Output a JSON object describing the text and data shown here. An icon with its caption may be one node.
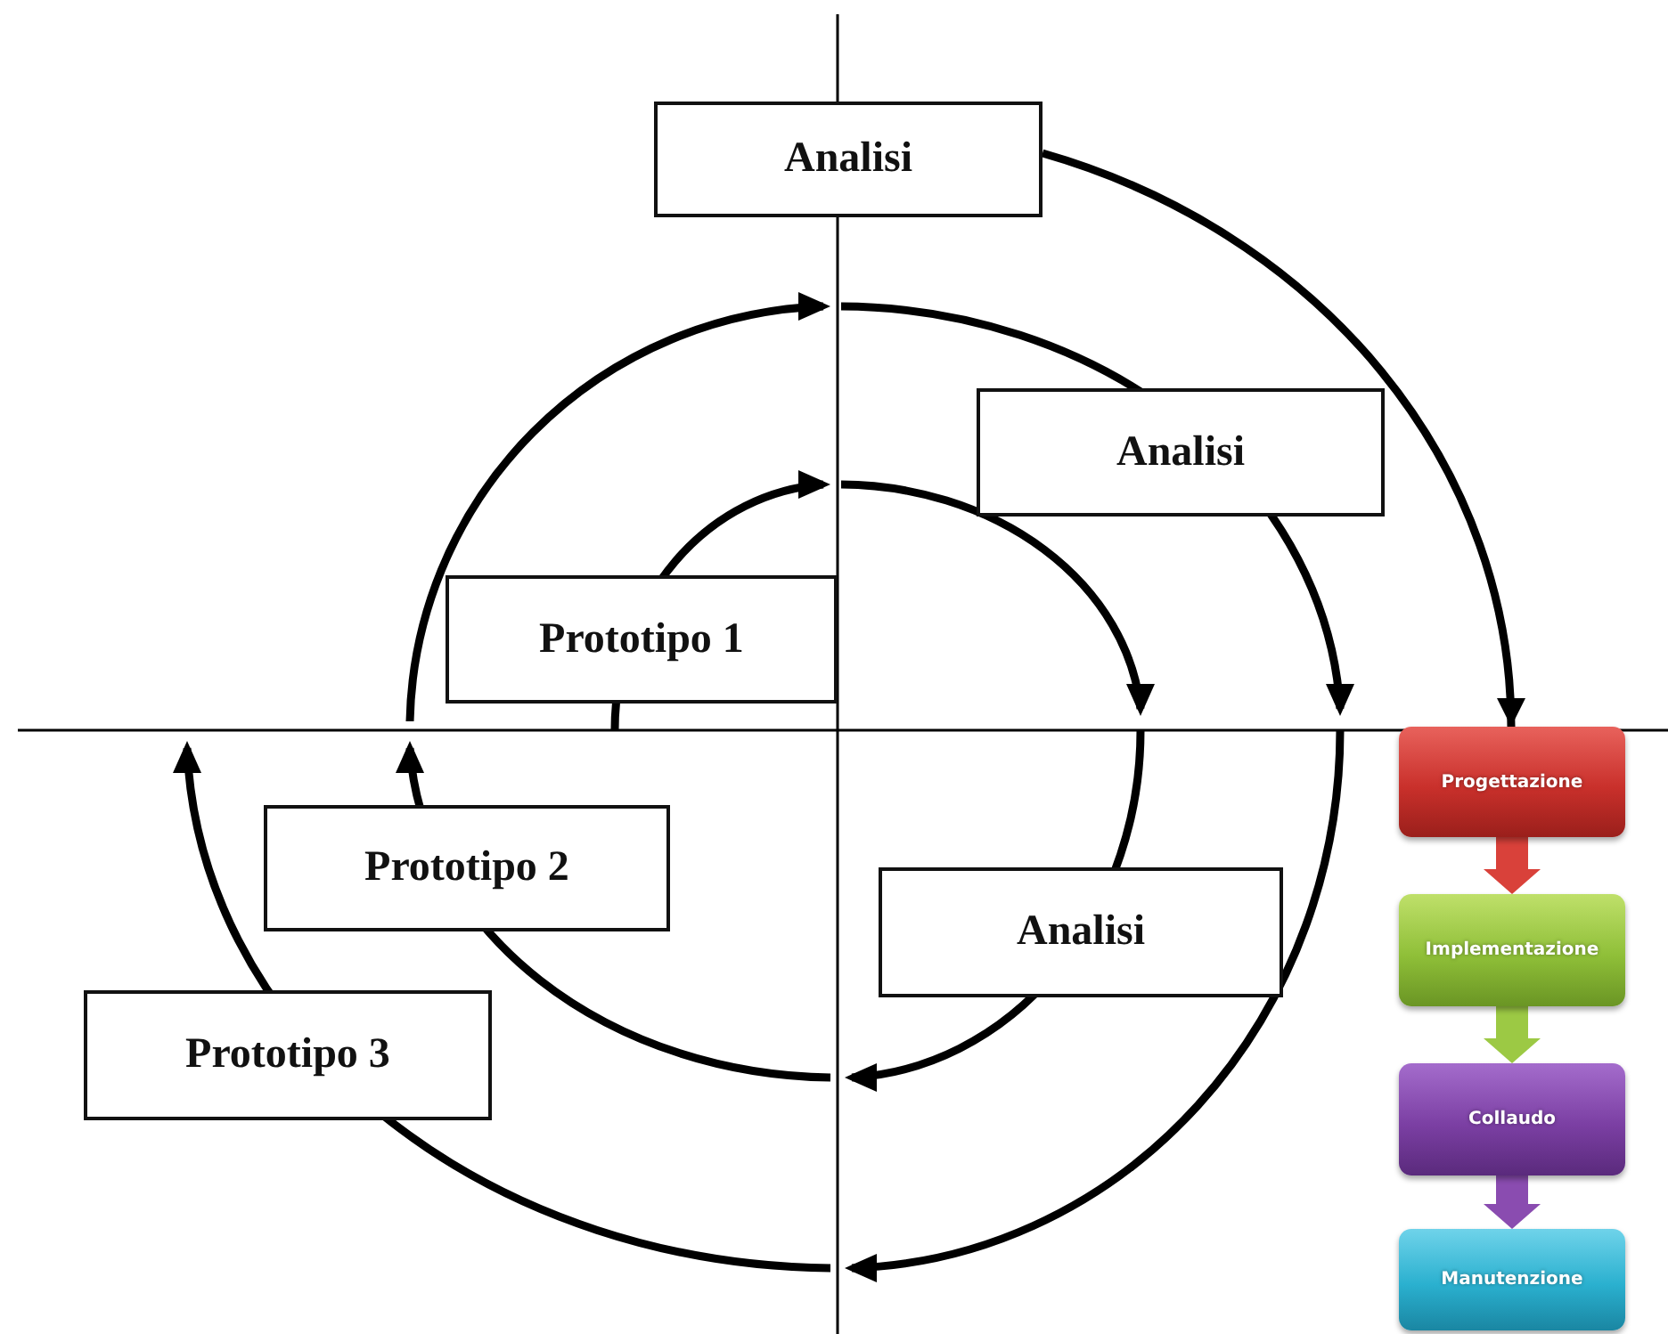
{
  "diagram": {
    "nodes": [
      {
        "text": [
          "Analisi"
        ]
      },
      {
        "text": [
          "Analisi"
        ]
      },
      {
        "text": [
          "Prototipo 1"
        ]
      },
      {
        "text": [
          "Prototipo 2"
        ]
      },
      {
        "text": [
          "Analisi"
        ]
      },
      {
        "text": [
          "Prototipo 3"
        ]
      },
      {
        "text": [
          "Progettazione"
        ]
      },
      {
        "text": [
          "Implementazione"
        ]
      },
      {
        "text": [
          "Collaudo"
        ]
      },
      {
        "text": [
          "Manutenzione"
        ]
      }
    ],
    "edges": [
      {
        "from": 0,
        "to": 6,
        "arrow": "to"
      },
      {
        "from": 6,
        "to": 7,
        "arrow": "to",
        "color": "#d9413a"
      },
      {
        "from": 7,
        "to": 8,
        "arrow": "to",
        "color": "#9cc944"
      },
      {
        "from": 8,
        "to": 9,
        "arrow": "to",
        "color": "#8a4cb0"
      }
    ]
  }
}
